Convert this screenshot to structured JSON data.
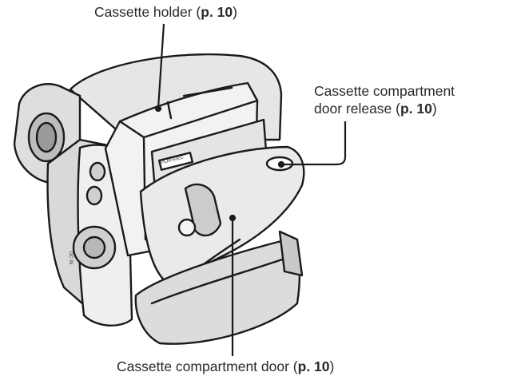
{
  "labels": {
    "cassette_holder": {
      "text": "Cassette holder (",
      "ref": "p. 10",
      "close": ")"
    },
    "door_release": {
      "line1": "Cassette compartment",
      "line2_text": "door release (",
      "ref": "p. 10",
      "close": ")"
    },
    "door": {
      "text": "Cassette compartment door (",
      "ref": "p. 10",
      "close": ")"
    }
  },
  "camera_marks": {
    "cassette_tab": "PLAY/REC",
    "dc_in": "DC IN"
  }
}
